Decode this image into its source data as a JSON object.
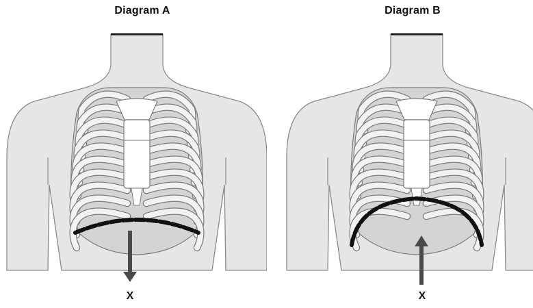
{
  "diagram_a": {
    "title": "Diagram A",
    "arrow_label": "X",
    "arrow_direction": "down",
    "diaphragm_shape": "flattened"
  },
  "diagram_b": {
    "title": "Diagram B",
    "arrow_label": "X",
    "arrow_direction": "up",
    "diaphragm_shape": "dome"
  },
  "colors": {
    "body_fill": "#e6e6e6",
    "body_outline": "#8a8a8a",
    "rib_fill": "#f2f2f2",
    "rib_outline": "#7d7d7d",
    "sternum_fill": "#ffffff",
    "diaphragm": "#111111",
    "arrow": "#4a4a4a"
  }
}
